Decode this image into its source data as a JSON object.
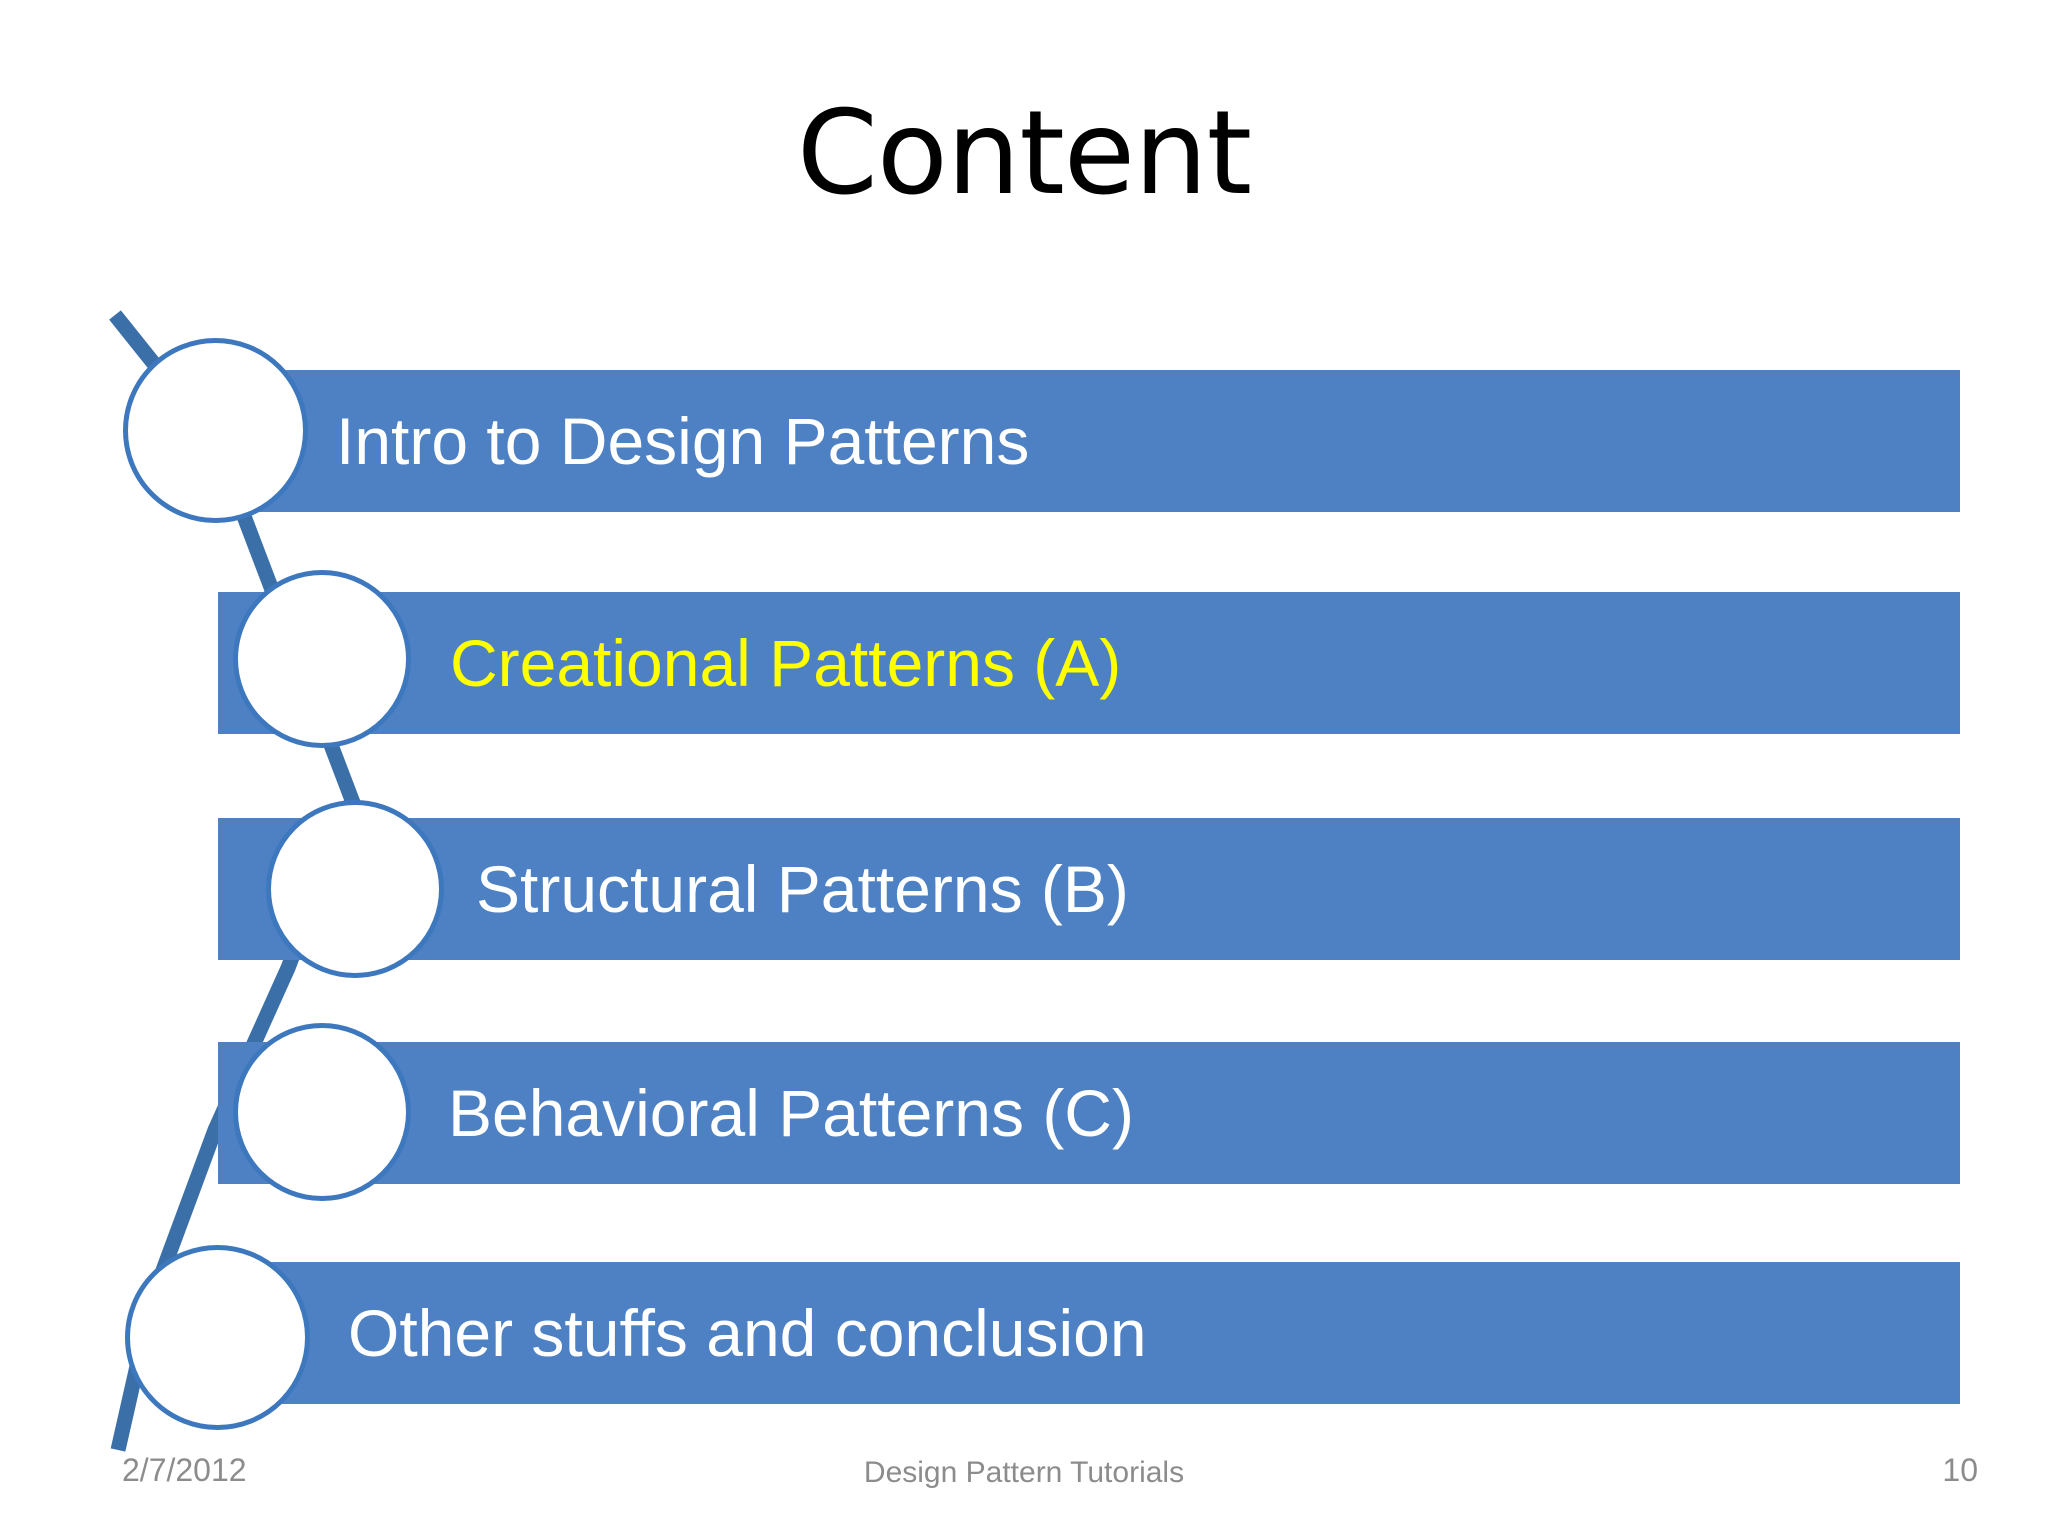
{
  "slide": {
    "title": "Content",
    "background_color": "#FFFFFF",
    "accent_color": "#4E81C4",
    "connector_color": "#3A6FA8",
    "circle_border_color": "#3D78BE",
    "highlight_color": "#FFFF00"
  },
  "agenda": {
    "items": [
      {
        "label": "Intro to Design Patterns",
        "highlighted": false,
        "text_color": "#FFFFFF"
      },
      {
        "label": "Creational Patterns (A)",
        "highlighted": true,
        "text_color": "#FFFF00"
      },
      {
        "label": "Structural Patterns (B)",
        "highlighted": false,
        "text_color": "#FFFFFF"
      },
      {
        "label": "Behavioral Patterns (C)",
        "highlighted": false,
        "text_color": "#FFFFFF"
      },
      {
        "label": "Other stuffs and conclusion",
        "highlighted": false,
        "text_color": "#FFFFFF"
      }
    ]
  },
  "footer": {
    "date": "2/7/2012",
    "center_text": "Design Pattern Tutorials",
    "page_number": "10"
  }
}
